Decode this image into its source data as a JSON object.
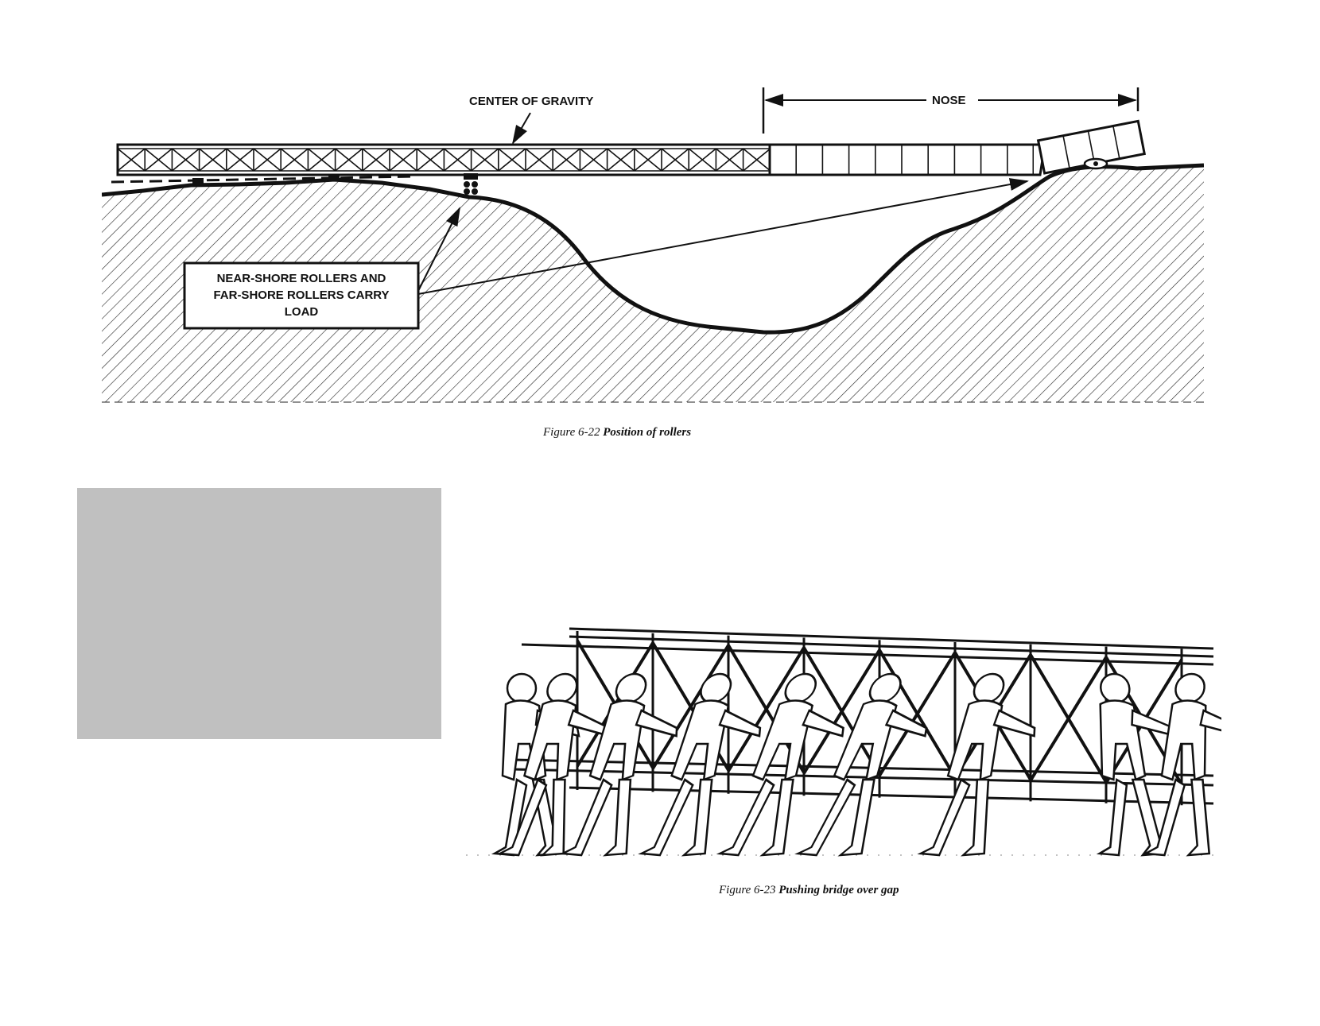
{
  "figure_6_22": {
    "label_center_of_gravity": "CENTER OF GRAVITY",
    "label_nose": "NOSE",
    "callout_line_1": "NEAR-SHORE ROLLERS AND",
    "callout_line_2": "FAR-SHORE ROLLERS CARRY",
    "callout_line_3": "LOAD",
    "caption_number": "Figure 6-22 ",
    "caption_title": "Position of rollers"
  },
  "figure_6_23": {
    "caption_number": "Figure 6-23 ",
    "caption_title": "Pushing bridge over gap"
  },
  "colors": {
    "ink": "#111111",
    "paper": "#ffffff",
    "placeholder_gray": "#c0c0c0"
  }
}
